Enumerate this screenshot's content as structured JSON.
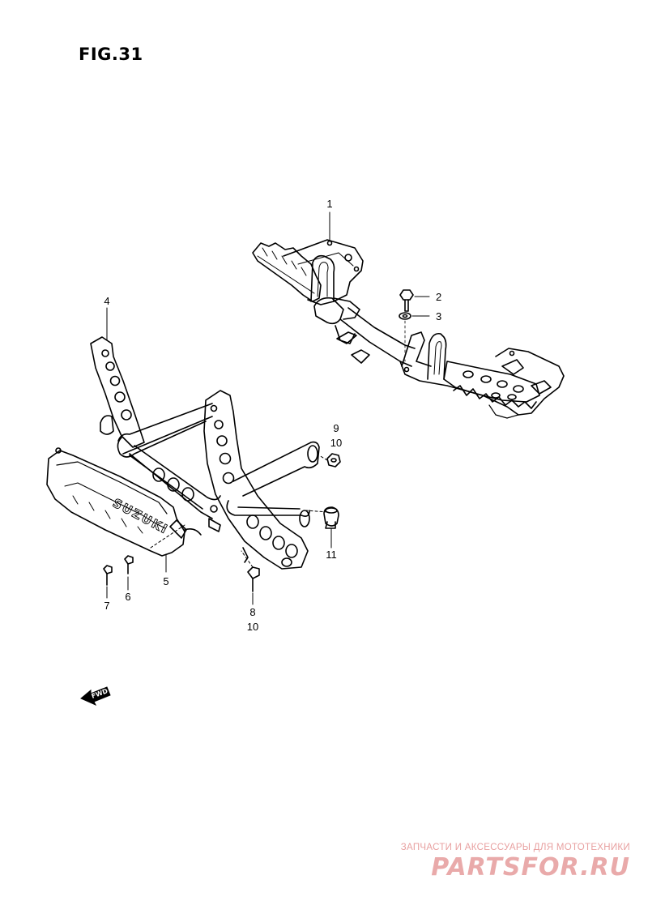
{
  "figure": {
    "title": "FIG.31"
  },
  "callouts": [
    {
      "id": "1",
      "label": "1"
    },
    {
      "id": "2",
      "label": "2"
    },
    {
      "id": "3",
      "label": "3"
    },
    {
      "id": "4",
      "label": "4"
    },
    {
      "id": "5",
      "label": "5"
    },
    {
      "id": "6",
      "label": "6"
    },
    {
      "id": "7",
      "label": "7"
    },
    {
      "id": "8",
      "label": "8"
    },
    {
      "id": "9",
      "label": "9"
    },
    {
      "id": "10a",
      "label": "10"
    },
    {
      "id": "10b",
      "label": "10"
    },
    {
      "id": "11",
      "label": "11"
    }
  ],
  "guard_lettering": "SUZUKI",
  "direction_badge": {
    "label": "FWD",
    "icon": "fwd-arrow-icon"
  },
  "watermark": {
    "tagline": "ЗАПЧАСТИ И АКСЕССУАРЫ ДЛЯ МОТОТЕХНИКИ",
    "brand": "PARTSFOR.RU",
    "color": "#e9aaaa"
  }
}
